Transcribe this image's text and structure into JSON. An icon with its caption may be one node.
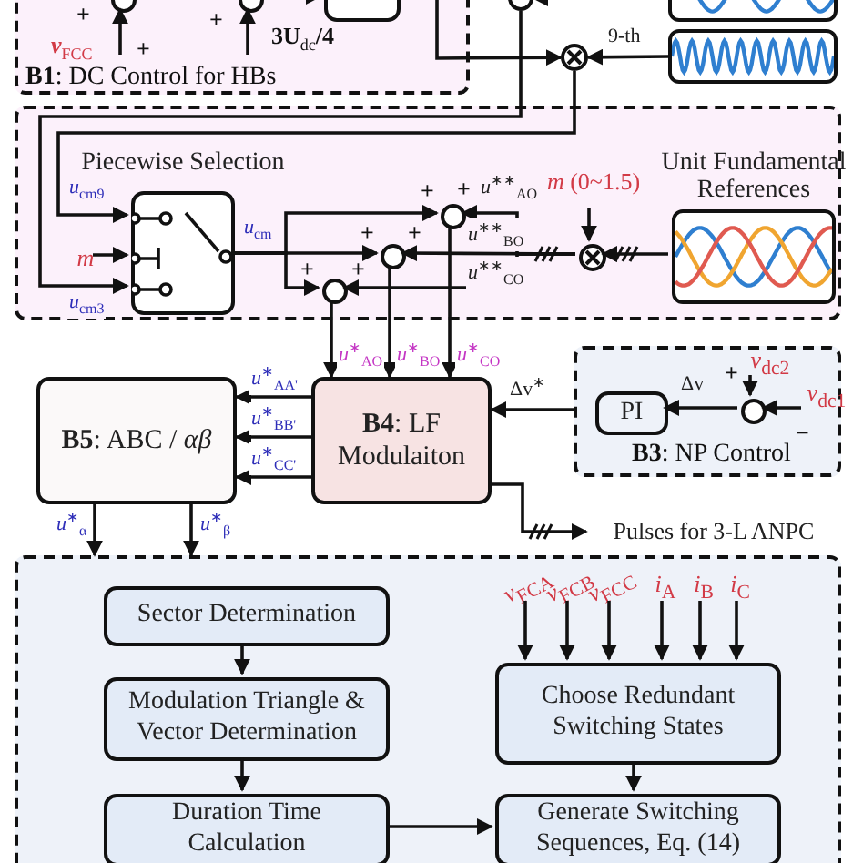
{
  "diagram": {
    "nodes": [
      {
        "text": [
          "**B1**: DC Control for HBs"
        ]
      },
      {
        "text": [],
        "shape": "circle",
        "in": 0
      },
      {
        "text": [],
        "shape": "circle",
        "in": 0
      },
      {
        "text": [],
        "shape": "box",
        "in": 0
      },
      {
        "text": [],
        "shape": "circle"
      },
      {
        "text": [],
        "shape": "picture"
      },
      {
        "text": [],
        "shape": "picture"
      },
      {
        "text": [],
        "shape": "circle"
      },
      {
        "text": [],
        "shape": "box"
      },
      {
        "text": [
          "Piecewise Selection"
        ],
        "in": 8
      },
      {
        "text": [
          "m"
        ],
        "in": 8
      },
      {
        "text": [],
        "shape": "circle",
        "in": 8
      },
      {
        "text": [],
        "shape": "circle",
        "in": 8
      },
      {
        "text": [],
        "shape": "circle",
        "in": 8
      },
      {
        "text": [],
        "shape": "circle",
        "in": 8
      },
      {
        "text": [
          "*m* (0~1.5)"
        ],
        "in": 8
      },
      {
        "text": [
          "Unit Fundamental References"
        ],
        "in": 8
      },
      {
        "text": [
          "**B4**: LF Modulaiton"
        ]
      },
      {
        "text": [
          "**B5**: ABC / *αβ*"
        ]
      },
      {
        "text": [
          "**B3**: NP Control"
        ]
      },
      {
        "text": [
          "PI"
        ],
        "in": 19
      },
      {
        "text": [],
        "shape": "circle",
        "in": 19
      },
      {
        "text": [
          "*v*$_{dc2}$"
        ],
        "in": 19
      },
      {
        "text": [
          "*v*$_{dc1}$"
        ],
        "in": 19
      },
      {
        "text": [
          "Pulses for 3-L ANPC"
        ]
      },
      {
        "text": [],
        "shape": "box"
      },
      {
        "text": [
          "Sector Determination"
        ],
        "in": 25
      },
      {
        "text": [
          "Modulation Triangle & Vector Determination"
        ],
        "in": 25
      },
      {
        "text": [
          "Duration Time Calculation"
        ],
        "in": 25
      },
      {
        "text": [
          "Choose Redundant Switching States"
        ],
        "in": 25
      },
      {
        "text": [
          "Generate Switching Sequences, Eq. (14)"
        ],
        "in": 25
      },
      {
        "text": [
          "*v*$_{FCA}$"
        ],
        "in": 25
      },
      {
        "text": [
          "*v*$_{FCB}$"
        ],
        "in": 25
      },
      {
        "text": [
          "*v*$_{FCC}$"
        ],
        "in": 25
      },
      {
        "text": [
          "*i*$_{A}$"
        ],
        "in": 25
      },
      {
        "text": [
          "*i*$_{B}$"
        ],
        "in": 25
      },
      {
        "text": [
          "*i*$_{C}$"
        ],
        "in": 25
      }
    ],
    "edges": [
      {
        "from": null,
        "to": 1,
        "arrow": "to"
      },
      {
        "from": null,
        "to": 2,
        "arrow": "to"
      },
      {
        "from": 2,
        "to": 3,
        "arrow": "to"
      },
      {
        "from": 3,
        "to": 7,
        "arrow": "to"
      },
      {
        "from": 5,
        "to": 4,
        "arrow": "to"
      },
      {
        "from": 6,
        "to": 7,
        "arrow": "to",
        "label": "9-th"
      },
      {
        "from": 7,
        "to": 9,
        "arrow": "to",
        "label": "*u*$_{cm9}$"
      },
      {
        "from": 4,
        "to": 9,
        "arrow": "to",
        "label": "*u*$_{cm3}$"
      },
      {
        "from": 10,
        "to": 9,
        "arrow": "to"
      },
      {
        "from": 9,
        "to": 11,
        "arrow": "to",
        "label": "*u*$_{cm}$"
      },
      {
        "from": 9,
        "to": 12,
        "arrow": "to"
      },
      {
        "from": 9,
        "to": 13,
        "arrow": "to"
      },
      {
        "from": 14,
        "to": 11,
        "arrow": "to",
        "label": "*u*$^{∗∗}$$_{AO}$"
      },
      {
        "from": 14,
        "to": 12,
        "arrow": "to",
        "label": "*u*$^{∗∗}$$_{BO}$"
      },
      {
        "from": 14,
        "to": 13,
        "arrow": "to",
        "label": "*u*$^{∗∗}$$_{CO}$"
      },
      {
        "from": 16,
        "to": 14,
        "arrow": "to"
      },
      {
        "from": 15,
        "to": 14,
        "arrow": "to"
      },
      {
        "from": 13,
        "to": 17,
        "arrow": "to",
        "label": "*u*$^{∗}$$_{AO}$"
      },
      {
        "from": 12,
        "to": 17,
        "arrow": "to",
        "label": "*u*$^{∗}$$_{BO}$"
      },
      {
        "from": 11,
        "to": 17,
        "arrow": "to",
        "label": "*u*$^{∗}$$_{CO}$"
      },
      {
        "from": 17,
        "to": 18,
        "arrow": "to",
        "label": "*u*$^{∗}$$_{AA'}$"
      },
      {
        "from": 17,
        "to": 18,
        "arrow": "to",
        "label": "*u*$^{∗}$$_{BB'}$"
      },
      {
        "from": 17,
        "to": 18,
        "arrow": "to",
        "label": "*u*$^{∗}$$_{CC'}$"
      },
      {
        "from": 19,
        "to": 17,
        "arrow": "to",
        "label": "Δv$^{∗}$"
      },
      {
        "from": 21,
        "to": 20,
        "arrow": "to",
        "label": "Δv"
      },
      {
        "from": 22,
        "to": 21,
        "arrow": "to"
      },
      {
        "from": 23,
        "to": 21,
        "arrow": "to"
      },
      {
        "from": 17,
        "to": 24,
        "arrow": "to"
      },
      {
        "from": 18,
        "to": 25,
        "arrow": "to",
        "label": "*u*$^{∗}$$_{α}$"
      },
      {
        "from": 18,
        "to": 25,
        "arrow": "to",
        "label": "*u*$^{∗}$$_{β}$"
      },
      {
        "from": 26,
        "to": 27,
        "arrow": "to"
      },
      {
        "from": 27,
        "to": 28,
        "arrow": "to"
      },
      {
        "from": 28,
        "to": 30,
        "arrow": "to"
      },
      {
        "from": 29,
        "to": 30,
        "arrow": "to"
      },
      {
        "from": 31,
        "to": 29,
        "arrow": "to"
      },
      {
        "from": 32,
        "to": 29,
        "arrow": "to"
      },
      {
        "from": 33,
        "to": 29,
        "arrow": "to"
      },
      {
        "from": 34,
        "to": 29,
        "arrow": "to"
      },
      {
        "from": 35,
        "to": 29,
        "arrow": "to"
      },
      {
        "from": 36,
        "to": 29,
        "arrow": "to"
      }
    ],
    "labels": [
      "+",
      "+",
      "*v*$_{FCC}$",
      "+",
      "3U$_{dc}$/4",
      "+",
      "+",
      "+",
      "+",
      "+",
      "+",
      "+",
      "−"
    ]
  }
}
